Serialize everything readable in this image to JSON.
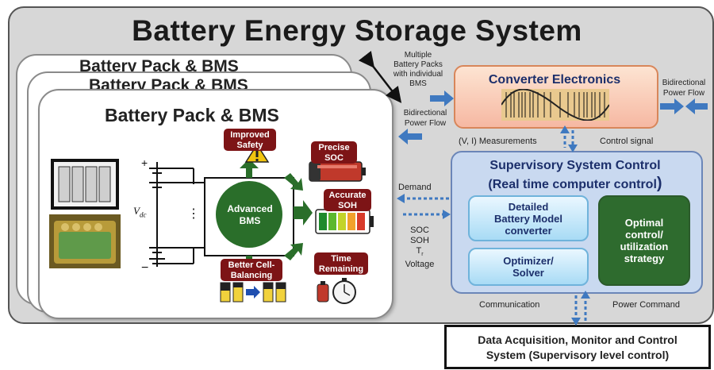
{
  "title": "Battery Energy Storage System",
  "battery_packs": {
    "back_title_1": "Battery Pack & BMS",
    "back_title_2": "Battery Pack & BMS",
    "front_title": "Battery Pack & BMS",
    "bms_label_1": "Advanced",
    "bms_label_2": "BMS",
    "vdc_label": "V",
    "vdc_sub": "dc",
    "features": {
      "improved_safety": "Improved Safety",
      "precise_soc": "Precise SOC",
      "accurate_soh": "Accurate SOH",
      "time_remaining": "Time Remaining",
      "cell_balancing": "Better Cell-Balancing"
    }
  },
  "multiple_packs_note": [
    "Multiple",
    "Battery Packs",
    "with individual",
    "BMS"
  ],
  "bidirectional_left": [
    "Bidirectional",
    "Power Flow"
  ],
  "bidirectional_right": [
    "Bidirectional",
    "Power Flow"
  ],
  "converter": {
    "title": "Converter Electronics"
  },
  "measurements_label": "(V, I) Measurements",
  "control_signal_label": "Control signal",
  "demand_label": "Demand",
  "pack_signals": [
    "SOC",
    "SOH",
    "T",
    "Voltage"
  ],
  "pack_signals_subscript": "r",
  "supervisory": {
    "title_line1": "Supervisory System Control",
    "title_line2": "(Real time computer control",
    "title_paren": ")",
    "battery_model": [
      "Detailed",
      "Battery Model",
      "converter"
    ],
    "optimizer": [
      "Optimizer/",
      "Solver"
    ],
    "optimal": [
      "Optimal",
      "control/",
      "utilization",
      "strategy"
    ]
  },
  "communication_label": "Communication",
  "power_command_label": "Power Command",
  "daq": {
    "line1": "Data Acquisition, Monitor and Control",
    "line2": "System (Supervisory level control)"
  }
}
